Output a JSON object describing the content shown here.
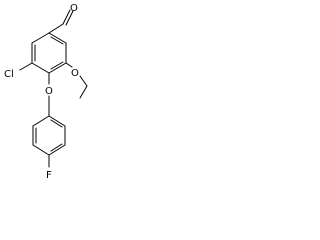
{
  "molecule": {
    "atoms": {
      "chlorine": "Cl",
      "ether_oxygen_benzyl": "O",
      "ether_oxygen_ethyl": "O",
      "aldehyde_oxygen": "O",
      "fluorine": "F"
    },
    "colors": {
      "bond": "#000000",
      "label": "#000000",
      "background": "#ffffff"
    }
  }
}
